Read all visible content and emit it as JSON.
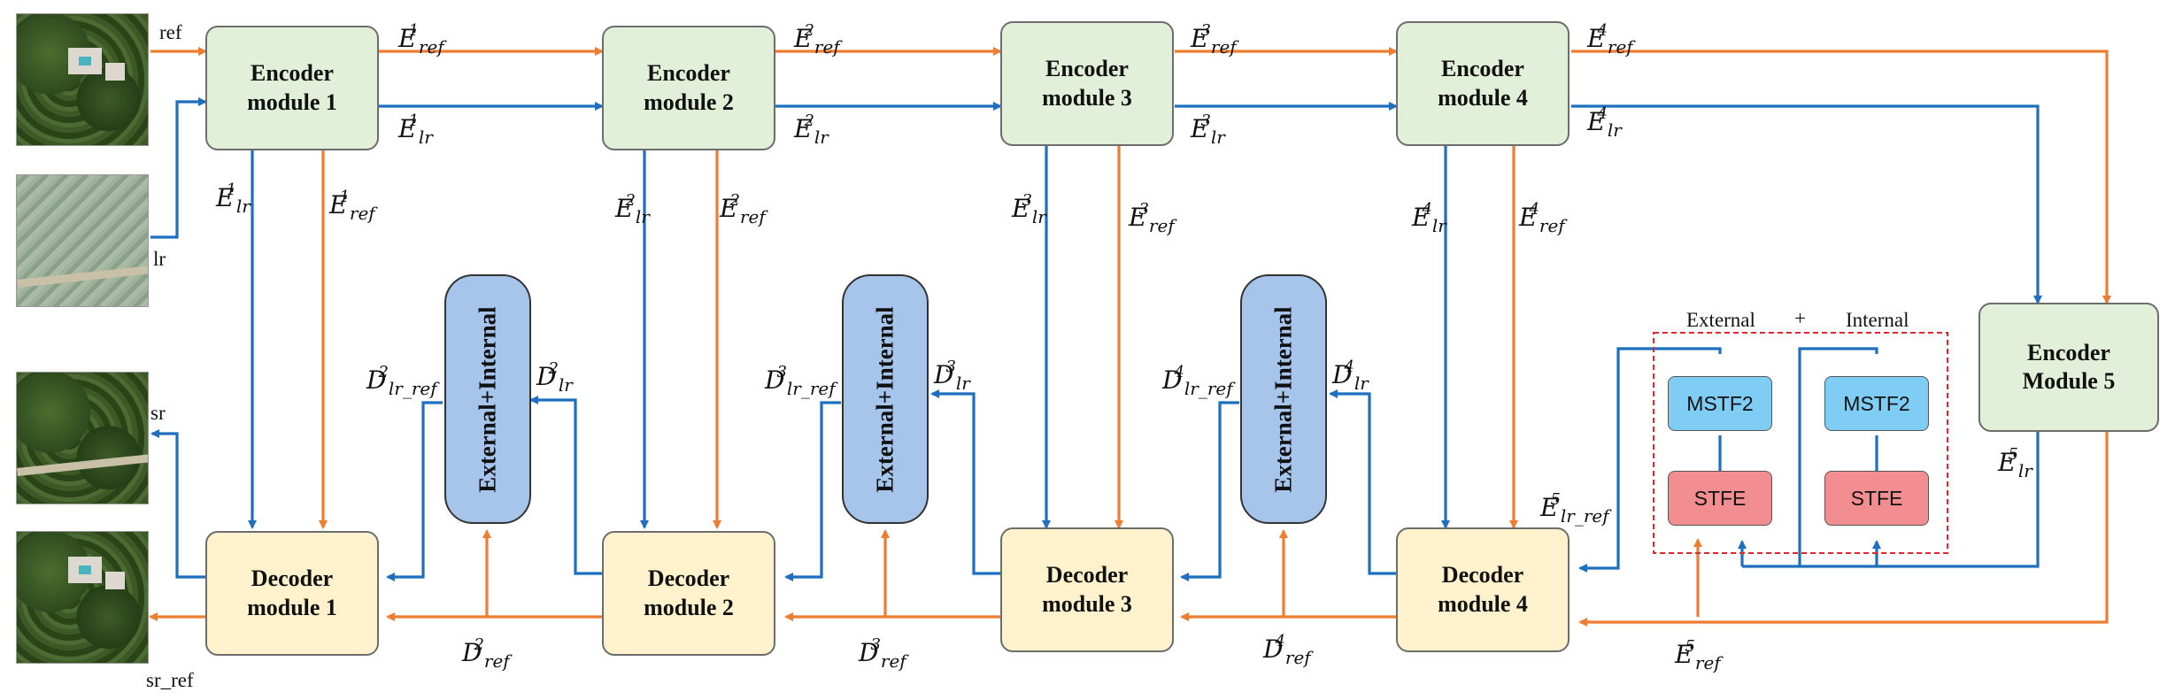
{
  "encoders": [
    {
      "line1": "Encoder",
      "line2": "module 1"
    },
    {
      "line1": "Encoder",
      "line2": "module 2"
    },
    {
      "line1": "Encoder",
      "line2": "module 3"
    },
    {
      "line1": "Encoder",
      "line2": "module 4"
    }
  ],
  "encoder5": {
    "line1": "Encoder",
    "line2": "Module 5"
  },
  "decoders": [
    {
      "line1": "Decoder",
      "line2": "module 1"
    },
    {
      "line1": "Decoder",
      "line2": "module 2"
    },
    {
      "line1": "Decoder",
      "line2": "module 3"
    },
    {
      "line1": "Decoder",
      "line2": "module 4"
    }
  ],
  "fusion_label": "External+Internal",
  "legend": {
    "external": "External",
    "plus": "+",
    "internal": "Internal"
  },
  "blocks": {
    "mstf": "MSTF2",
    "stfe": "STFE"
  },
  "image_labels": {
    "ref": "ref",
    "lr": "lr",
    "sr": "sr",
    "sr_ref": "sr_ref"
  },
  "symbols": {
    "E": "E",
    "D": "D",
    "ref": "ref",
    "lr": "lr",
    "lr_ref": "lr_ref",
    "n1": "1",
    "n2": "2",
    "n3": "3",
    "n4": "4",
    "n5": "5"
  },
  "colors": {
    "ref_arrow": "#ed7d31",
    "lr_arrow": "#1f6fbf",
    "dashed_box": "#e3262b"
  }
}
